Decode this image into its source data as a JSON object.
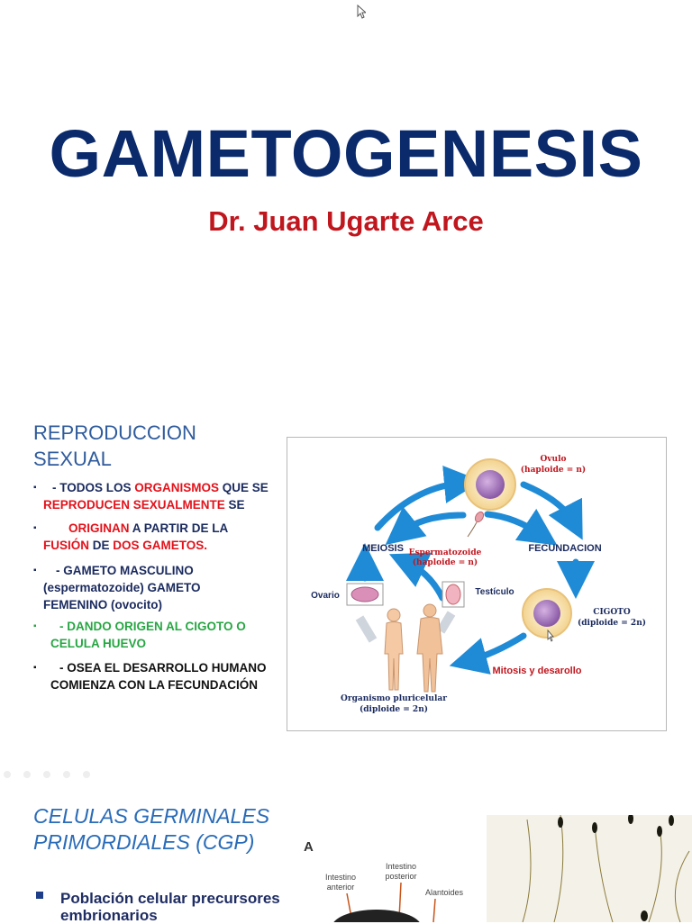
{
  "slide1": {
    "title": "GAMETOGENESIS",
    "author": "Dr. Juan Ugarte Arce"
  },
  "slide2": {
    "heading_line1": "REPRODUCCION",
    "heading_line2": "SEXUAL",
    "bullets": {
      "b1": {
        "marker": "▪",
        "p1": "- TODOS LOS ",
        "p2": "ORGANISMOS",
        "p3": " QUE SE",
        "p4": "REPRODUCEN SEXUALMENTE",
        "p5": " SE"
      },
      "b2": {
        "marker": "▪",
        "p1": "ORIGINAN",
        "p2": " A PARTIR DE LA",
        "p3": "FUSIÓN",
        "p4": " DE ",
        "p5": "DOS GAMETOS."
      },
      "b3": {
        "marker": "▪",
        "line1": "- GAMETO MASCULINO",
        "line2": "(espermatozoide) GAMETO",
        "line3": "FEMENINO (ovocito)"
      },
      "b4": {
        "marker": "▪",
        "line1": "- DANDO ORIGEN AL CIGOTO O",
        "line2": "CELULA HUEVO"
      },
      "b5": {
        "marker": "▪",
        "line1": "- OSEA EL DESARROLLO HUMANO",
        "line2": "COMIENZA CON LA FECUNDACIÓN"
      }
    },
    "figure": {
      "ovulo": "Ovulo",
      "ovulo_sub": "(haploide = n)",
      "espermatozoide": "Espermatozoide",
      "espermatozoide_sub": "(haploide = n)",
      "meiosis": "MEIOSIS",
      "fecundacion": "FECUNDACION",
      "ovario": "Ovario",
      "testiculo": "Testículo",
      "cigoto": "CIGOTO",
      "cigoto_sub": "(diploide = 2n)",
      "mitosis": "Mitosis y desarollo",
      "organismo": "Organismo pluricelular",
      "organismo_sub": "(diploide = 2n)"
    },
    "colors": {
      "arrow": "#1f8bd6",
      "heading": "#2f5b9c",
      "red": "#e3121b",
      "green": "#27a643",
      "navy": "#1a2a5e"
    }
  },
  "slide3": {
    "heading_line1": "CELULAS GERMINALES",
    "heading_line2": "PRIMORDIALES (CGP)",
    "bullet": "Población celular precursores embrionarios",
    "figure": {
      "panel": "A",
      "intestino_anterior_1": "Intestino",
      "intestino_anterior_2": "anterior",
      "intestino_posterior_1": "Intestino",
      "intestino_posterior_2": "posterior",
      "alantoides": "Alantoides"
    }
  }
}
